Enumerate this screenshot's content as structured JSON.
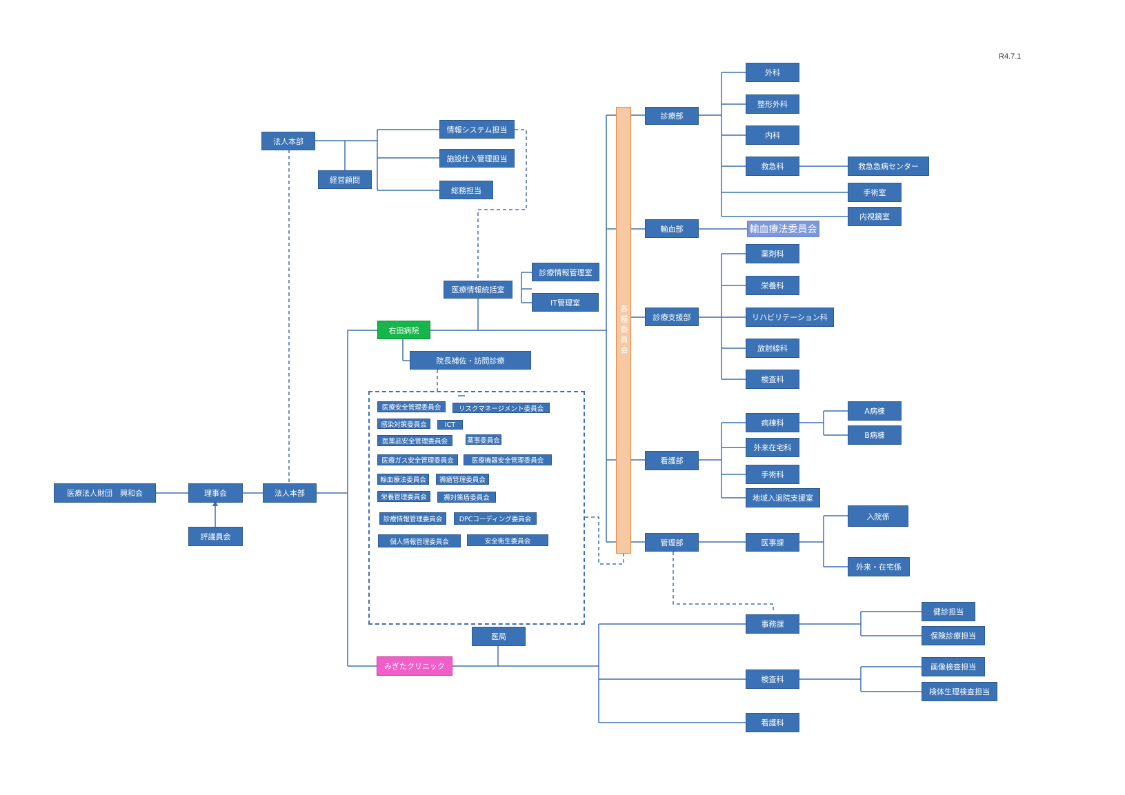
{
  "version_label": "R4.7.1",
  "colors": {
    "box": "#3b72b5",
    "line": "#3d6fb3",
    "hospital": "#16b64a",
    "clinic": "#f25ec9",
    "committee_bar": "#f7c8a4"
  },
  "org": {
    "foundation": "医療法人財団　興和会",
    "board": "理事会",
    "council": "評議員会",
    "hq_bottom": "法人本部",
    "hq_top": "法人本部",
    "advisor": "経営顧問",
    "it_system": "情報システム担当",
    "facility": "施設仕入管理担当",
    "general_affairs": "総務担当",
    "med_info_office": "医療情報統括室",
    "clinical_info_mgmt": "診療情報管理室",
    "it_mgmt": "IT管理室",
    "hospital": "右田病院",
    "director_assist": "院長補佐・訪問診療",
    "clinic": "みぎたクリニック",
    "medical_office": "医局",
    "committees_label": "各種委員会"
  },
  "committees": [
    "医療安全管理委員会",
    "リスクマネージメント委員会",
    "感染対策委員会",
    "ICT",
    "医薬品安全管理委員会",
    "薬事委員会",
    "医療ガス安全管理委員会",
    "医療機器安全管理委員会",
    "輸血療法委員会",
    "褥瘡管理委員会",
    "栄養管理委員会",
    "褥対策盾委員会",
    "診療情報管理委員会",
    "DPCコーディング委員会",
    "個人情報管理委員会",
    "安全衛生委員会"
  ],
  "departments": {
    "clinical": "診療部",
    "surgery": "外科",
    "orthopedics": "整形外科",
    "internal": "内科",
    "emergency": "救急科",
    "emergency_center": "救急急病センター",
    "operating_room": "手術室",
    "endoscopy": "内視鏡室",
    "transfusion": "輸血部",
    "transfusion_committee": "輸血療法委員会",
    "support": "診療支援部",
    "pharmacy": "薬剤科",
    "nutrition": "栄養科",
    "rehab": "リハビリテーション科",
    "radiology": "放射線科",
    "lab": "検査科",
    "nursing": "看護部",
    "ward": "病棟科",
    "ward_a": "A病棟",
    "ward_b": "B病棟",
    "outpatient_home": "外来在宅科",
    "surgical_nursing": "手術科",
    "regional_discharge": "地域入退院支援室",
    "management": "管理部",
    "medical_affairs": "医事課",
    "admission": "入院係",
    "outpatient_home_staff": "外来・在宅係",
    "office": "事務課",
    "health_check": "健診担当",
    "insurance": "保険診療担当",
    "clinic_lab": "検査科",
    "imaging": "画像検査担当",
    "specimen": "検体生理検査担当",
    "clinic_nursing": "看護科"
  }
}
